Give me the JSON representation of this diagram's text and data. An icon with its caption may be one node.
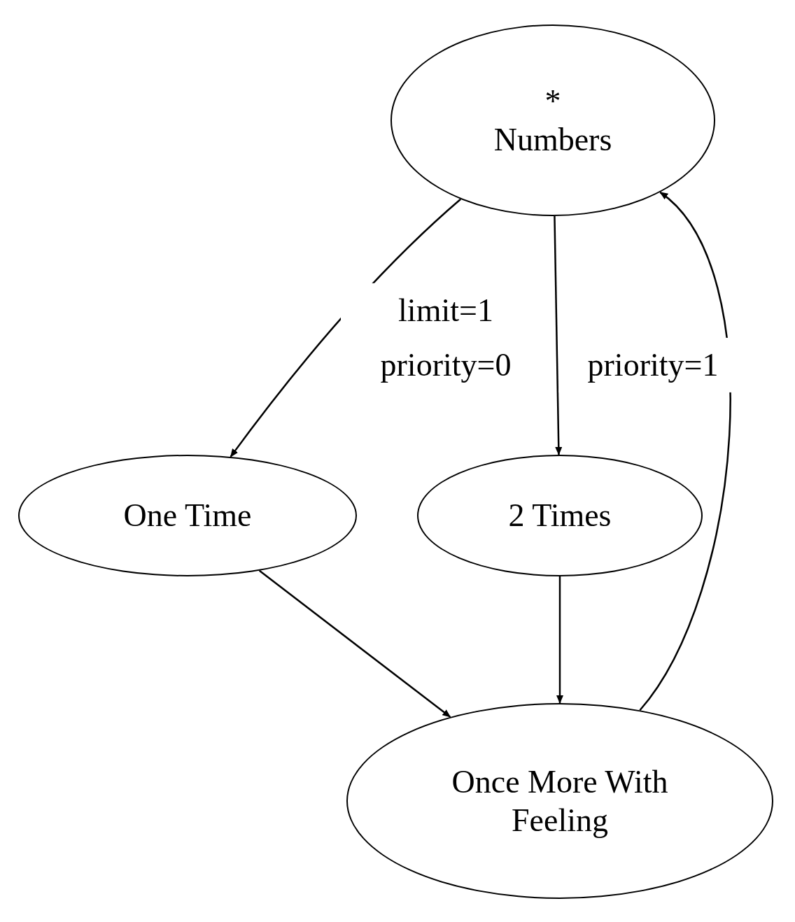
{
  "diagram": {
    "nodes": [
      {
        "text": [
          "*",
          "Numbers"
        ]
      },
      {
        "text": [
          "One Time"
        ]
      },
      {
        "text": [
          "2 Times"
        ]
      },
      {
        "text": [
          "Once More With Feeling"
        ]
      }
    ],
    "edges": [
      {
        "from": 0,
        "to": 1,
        "arrow": "to",
        "label": "limit=1 priority=0"
      },
      {
        "from": 0,
        "to": 2,
        "arrow": "to",
        "label": "priority=1"
      },
      {
        "from": 1,
        "to": 3,
        "arrow": "to"
      },
      {
        "from": 2,
        "to": 3,
        "arrow": "to"
      },
      {
        "from": 3,
        "to": 0,
        "arrow": "to"
      }
    ]
  }
}
